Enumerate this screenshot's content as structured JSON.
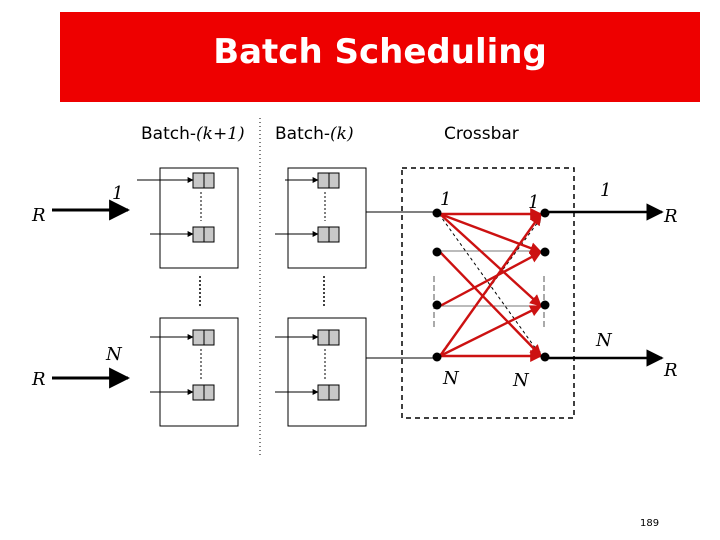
{
  "title": "Batch Scheduling",
  "headers": {
    "batch_next_prefix": "Batch-",
    "batch_next_index": "(k+1)",
    "batch_cur_prefix": "Batch-",
    "batch_cur_index": "(k)",
    "crossbar": "Crossbar"
  },
  "labels": {
    "rate": "R",
    "first_input": "1",
    "last_input": "N"
  },
  "page_number": "189",
  "colors": {
    "title_bg": "#ee0000",
    "title_text": "#ffffff",
    "connection": "#cc1111"
  }
}
